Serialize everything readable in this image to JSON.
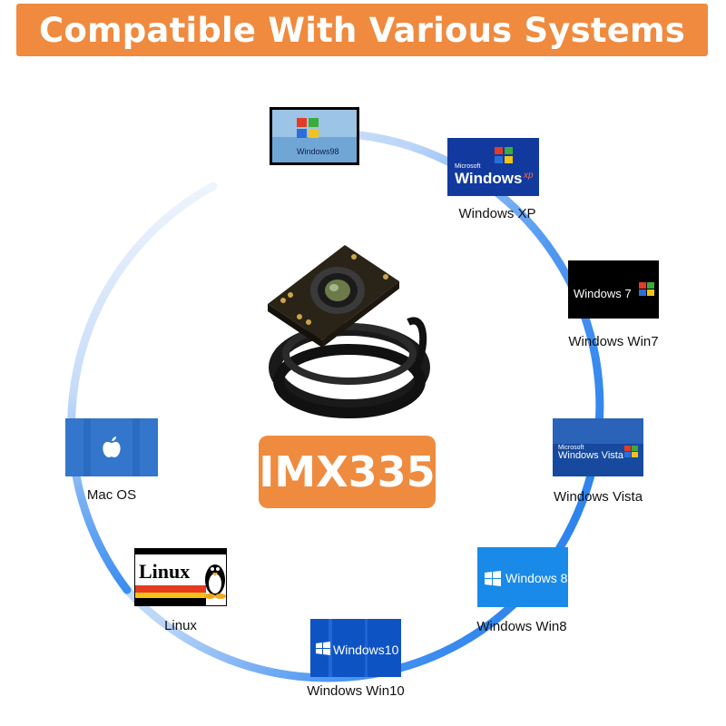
{
  "banner": {
    "title": "Compatible With Various Systems"
  },
  "chip": {
    "model": "IMX335"
  },
  "ring_color": "#3d8ff0",
  "accent_color": "#ef8b3f",
  "systems": [
    {
      "label": "",
      "logo_text": "Windows98",
      "icon": "windows98-logo"
    },
    {
      "label": "Windows XP",
      "logo_text": "Windows",
      "logo_sup": "xp",
      "logo_small": "Microsoft",
      "icon": "windows-xp-logo"
    },
    {
      "label": "Windows Win7",
      "logo_text": "Windows 7",
      "icon": "windows-7-logo"
    },
    {
      "label": "Windows Vista",
      "logo_text": "Windows Vista",
      "logo_small": "Microsoft",
      "icon": "windows-vista-logo"
    },
    {
      "label": "Windows Win8",
      "logo_text": "Windows 8",
      "icon": "windows-8-logo"
    },
    {
      "label": "Windows Win10",
      "logo_text": "Windows10",
      "icon": "windows-10-logo"
    },
    {
      "label": "Linux",
      "logo_text": "Linux",
      "icon": "linux-tux-logo"
    },
    {
      "label": "Mac OS",
      "logo_text": "",
      "icon": "apple-logo"
    }
  ]
}
